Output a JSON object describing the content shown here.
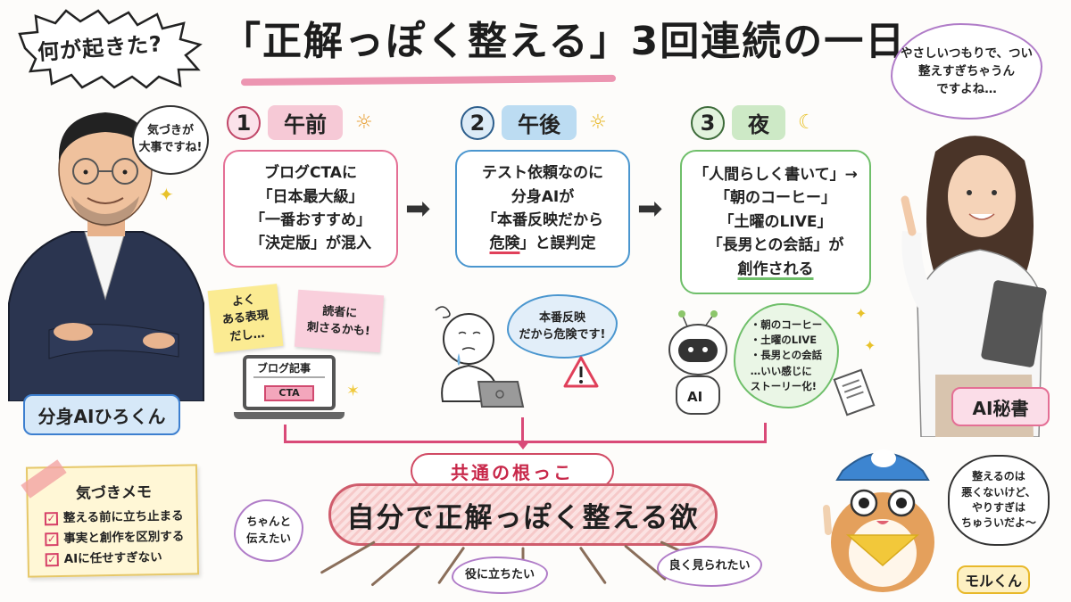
{
  "header": {
    "burst_label": "何が起きた?",
    "title": "「正解っぽく整える」3回連続の一日"
  },
  "left_character": {
    "name_tag": "分身AIひろくん",
    "speech": [
      "気づきが",
      "大事ですね!"
    ]
  },
  "right_character": {
    "name_tag": "AI秘書",
    "speech": [
      "やさしいつもりで、つい",
      "整えすぎちゃうん",
      "ですよね…"
    ]
  },
  "steps": [
    {
      "number": "1",
      "label": "午前",
      "icon": "sun-icon",
      "color": "#e46f95",
      "label_bg": "#f6c9d6",
      "lines": [
        "ブログCTAに",
        "「日本最大級」",
        "「一番おすすめ」",
        "「決定版」が混入"
      ]
    },
    {
      "number": "2",
      "label": "午後",
      "icon": "sun-icon",
      "color": "#4a96cf",
      "label_bg": "#bcdcf2",
      "lines": [
        "テスト依頼なのに",
        "分身AIが",
        "「本番反映だから",
        "危険」と誤判定"
      ],
      "underline": "危険"
    },
    {
      "number": "3",
      "label": "夜",
      "icon": "moon-icon",
      "color": "#6fbf6a",
      "label_bg": "#cde9c6",
      "lines": [
        "「人間らしく書いて」→",
        "「朝のコーヒー」",
        "「土曜のLIVE」",
        "「長男との会話」が",
        "創作される"
      ],
      "underline": "創作される"
    }
  ],
  "step1_detail": {
    "sticky_yellow": [
      "よく",
      "ある表現",
      "だし…"
    ],
    "sticky_pink": [
      "読者に",
      "刺さるかも!"
    ],
    "laptop_title": "ブログ記事",
    "laptop_button": "CTA"
  },
  "step2_detail": {
    "speech": [
      "本番反映",
      "だから危険です!"
    ],
    "warning_icon": "warning-icon"
  },
  "step3_detail": {
    "robot_label": "AI",
    "speech": [
      "・朝のコーヒー",
      "・土曜のLIVE",
      "・長男との会話",
      "…いい感じに",
      "ストーリー化!"
    ]
  },
  "memo": {
    "title": "気づきメモ",
    "items": [
      "整える前に立ち止まる",
      "事実と創作を区別する",
      "AIに任せすぎない"
    ]
  },
  "root": {
    "top_label": "共通の根っこ",
    "main_label": "自分で正解っぽく整える欲",
    "desires": [
      "ちゃんと伝えたい",
      "役に立ちたい",
      "良く見られたい"
    ]
  },
  "mascot": {
    "name_tag": "モルくん",
    "speech": [
      "整えるのは",
      "悪くないけど、",
      "やりすぎは",
      "ちゅういだよ〜"
    ]
  },
  "colors": {
    "accent_pink": "#e46f95",
    "accent_blue": "#4a96cf",
    "accent_green": "#6fbf6a",
    "cloud_purple": "#b07cc8",
    "connector": "#d94a78"
  }
}
